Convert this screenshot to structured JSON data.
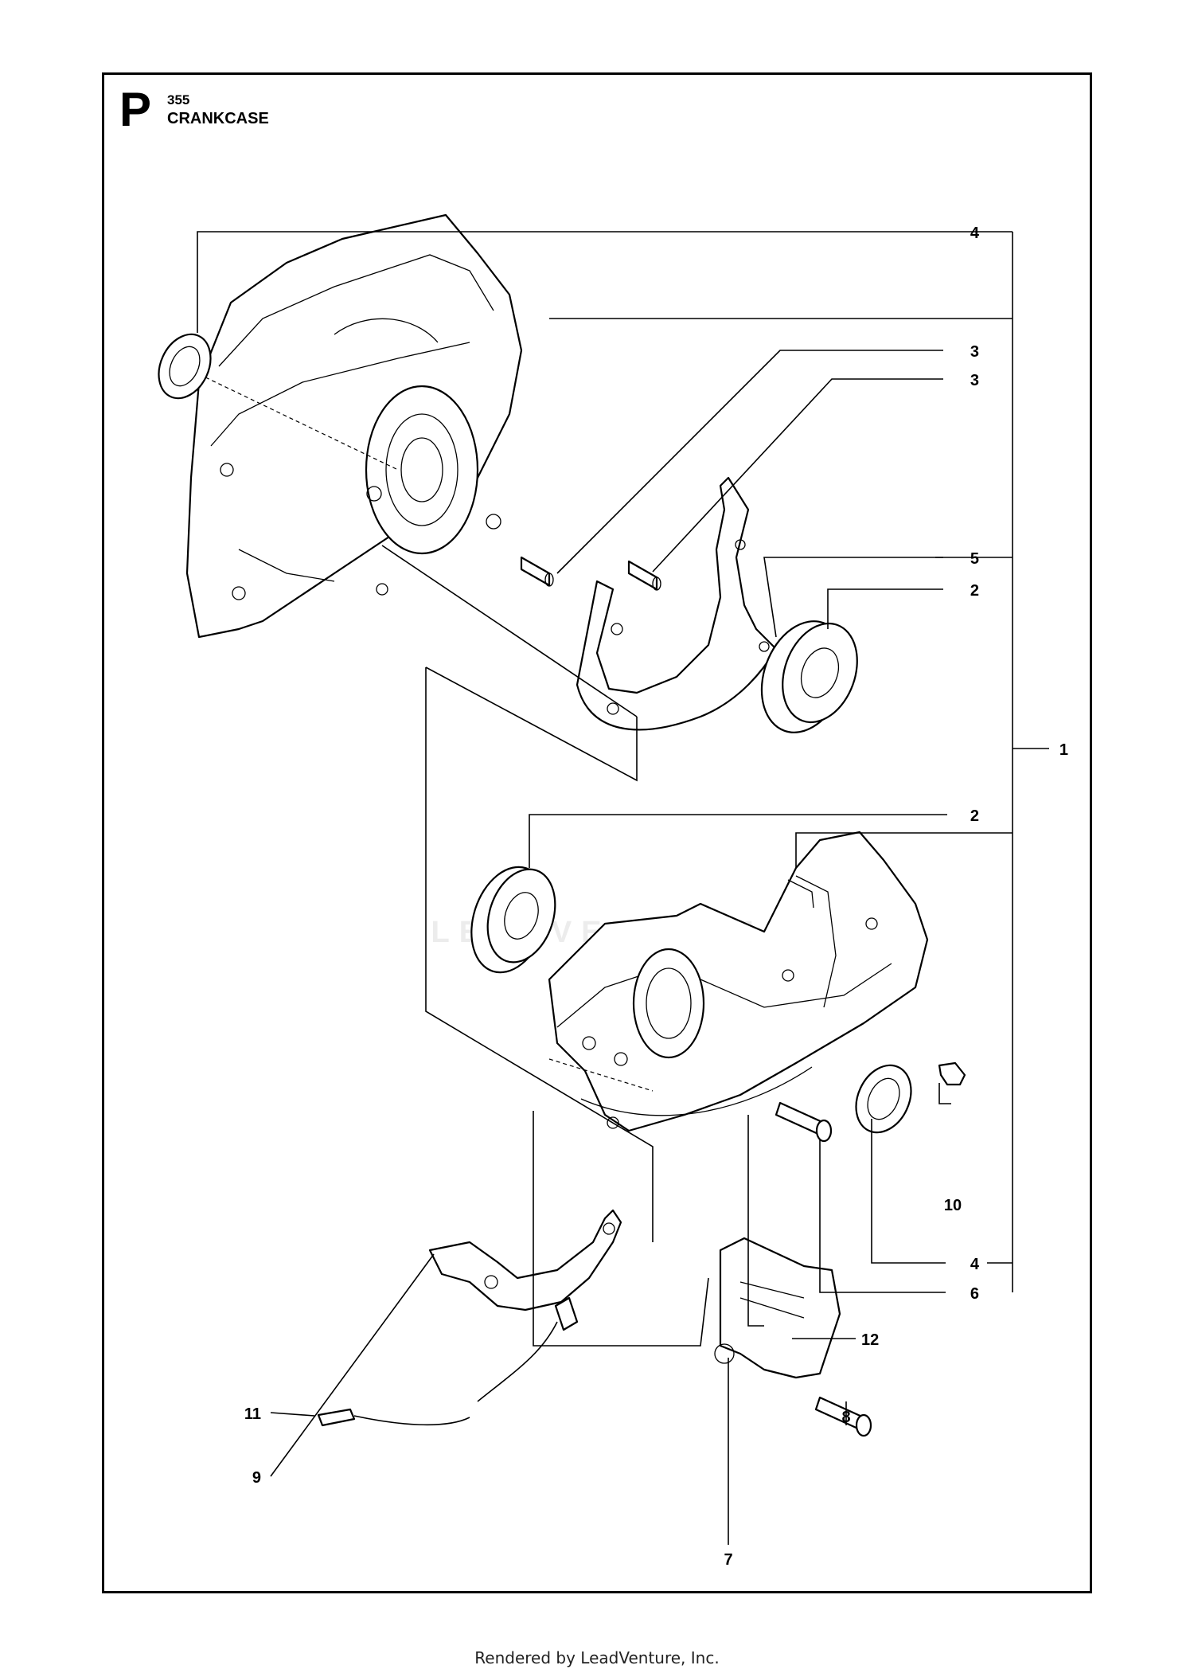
{
  "section": {
    "letter": "P",
    "number": "355",
    "title": "CRANKCASE"
  },
  "callouts": {
    "c4a": "4",
    "c3a": "3",
    "c3b": "3",
    "c5": "5",
    "c2a": "2",
    "c1": "1",
    "c2b": "2",
    "c10": "10",
    "c4b": "4",
    "c6": "6",
    "c12": "12",
    "c11": "11",
    "c9": "9",
    "c8": "8",
    "c7": "7"
  },
  "watermark": "LEADVENTURE",
  "footer": "Rendered by LeadVenture, Inc."
}
